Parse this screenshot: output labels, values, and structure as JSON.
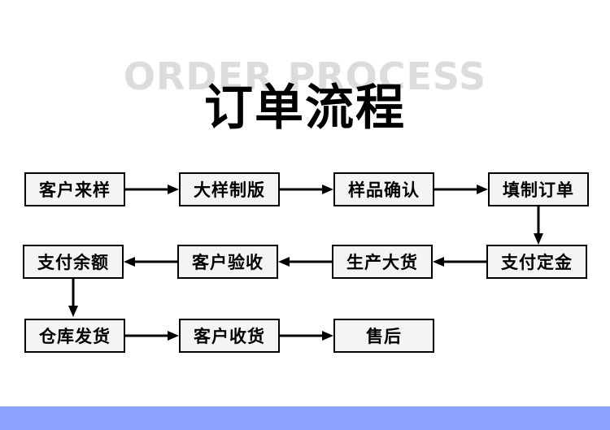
{
  "header": {
    "ghost_title": "ORDER PROCESS",
    "main_title": "订单流程",
    "ghost_color": "#dcdcdc",
    "title_color": "#000000"
  },
  "flow": {
    "node_fill": "#f4f4f4",
    "node_border": "#000000",
    "connector_color": "#000000",
    "rows": [
      {
        "direction": "right",
        "nodes": [
          {
            "label": "客户来样"
          },
          {
            "label": "大样制版"
          },
          {
            "label": "样品确认"
          },
          {
            "label": "填制订单"
          }
        ]
      },
      {
        "direction": "left",
        "nodes": [
          {
            "label": "支付余额"
          },
          {
            "label": "客户验收"
          },
          {
            "label": "生产大货"
          },
          {
            "label": "支付定金"
          }
        ]
      },
      {
        "direction": "right",
        "nodes": [
          {
            "label": "仓库发货"
          },
          {
            "label": "客户收货"
          },
          {
            "label": "售后"
          }
        ]
      }
    ],
    "vertical_links": [
      {
        "from": "填制订单",
        "to": "支付定金"
      },
      {
        "from": "支付余额",
        "to": "仓库发货"
      }
    ]
  },
  "footer": {
    "bar_color": "#8aa2fc"
  }
}
